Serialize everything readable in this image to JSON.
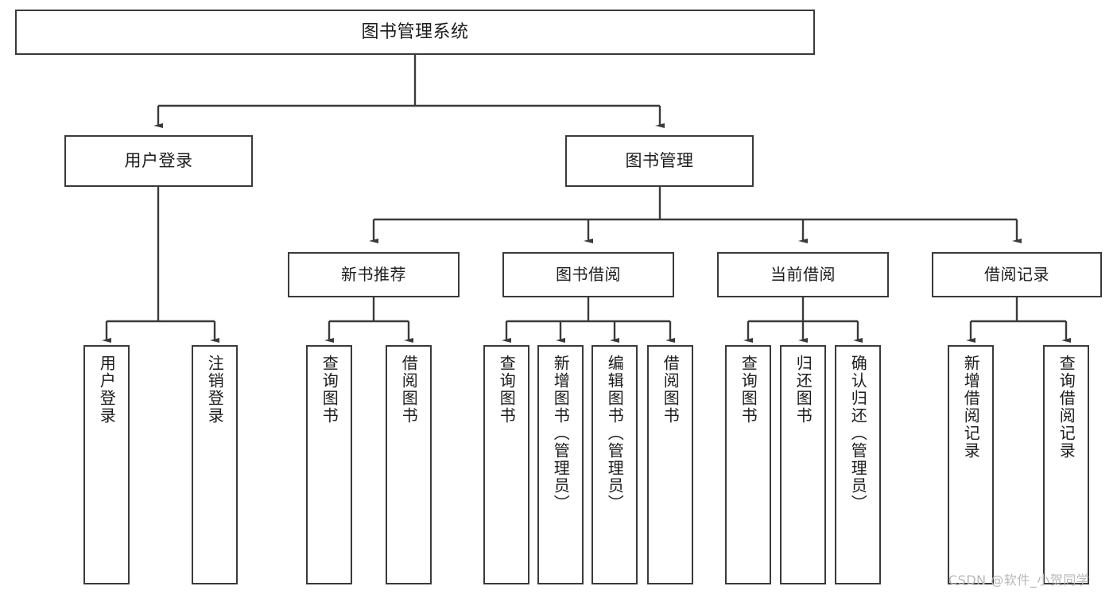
{
  "diagram": {
    "title": "图书管理系统",
    "type": "tree-hierarchy",
    "root": {
      "label": "图书管理系统"
    },
    "level2": [
      {
        "label": "用户登录"
      },
      {
        "label": "图书管理"
      }
    ],
    "level3": [
      {
        "label": "新书推荐"
      },
      {
        "label": "图书借阅"
      },
      {
        "label": "当前借阅"
      },
      {
        "label": "借阅记录"
      }
    ],
    "leaves": [
      {
        "label": "用户登录",
        "parent": "用户登录"
      },
      {
        "label": "注销登录",
        "parent": "用户登录"
      },
      {
        "label": "查询图书",
        "parent": "新书推荐"
      },
      {
        "label": "借阅图书",
        "parent": "新书推荐"
      },
      {
        "label": "查询图书",
        "parent": "图书借阅"
      },
      {
        "label": "新增图书（管理员）",
        "parent": "图书借阅"
      },
      {
        "label": "编辑图书（管理员）",
        "parent": "图书借阅"
      },
      {
        "label": "借阅图书",
        "parent": "图书借阅"
      },
      {
        "label": "查询图书",
        "parent": "当前借阅"
      },
      {
        "label": "归还图书",
        "parent": "当前借阅"
      },
      {
        "label": "确认归还（管理员）",
        "parent": "当前借阅"
      },
      {
        "label": "新增借阅记录",
        "parent": "借阅记录"
      },
      {
        "label": "查询借阅记录",
        "parent": "借阅记录"
      }
    ]
  },
  "watermark": {
    "text": "CSDN @软件_小贺同学"
  },
  "colors": {
    "line": "#3a3a3a",
    "box_fill": "#ffffff",
    "text": "#1c1c1c",
    "watermark": "#b8b8b8"
  }
}
